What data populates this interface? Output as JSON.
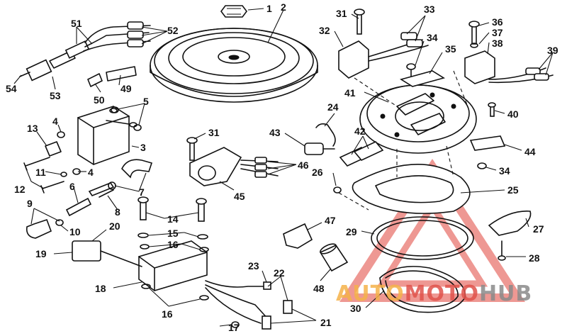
{
  "callouts": [
    {
      "id": "c1",
      "text": "1"
    },
    {
      "id": "c2",
      "text": "2"
    },
    {
      "id": "c3",
      "text": "3"
    },
    {
      "id": "c4a",
      "text": "4"
    },
    {
      "id": "c4b",
      "text": "4"
    },
    {
      "id": "c5",
      "text": "5"
    },
    {
      "id": "c6",
      "text": "6"
    },
    {
      "id": "c7",
      "text": "7"
    },
    {
      "id": "c8",
      "text": "8"
    },
    {
      "id": "c9",
      "text": "9"
    },
    {
      "id": "c10",
      "text": "10"
    },
    {
      "id": "c11",
      "text": "11"
    },
    {
      "id": "c12",
      "text": "12"
    },
    {
      "id": "c13",
      "text": "13"
    },
    {
      "id": "c14",
      "text": "14"
    },
    {
      "id": "c15",
      "text": "15"
    },
    {
      "id": "c16a",
      "text": "16"
    },
    {
      "id": "c16b",
      "text": "16"
    },
    {
      "id": "c17",
      "text": "17"
    },
    {
      "id": "c18",
      "text": "18"
    },
    {
      "id": "c19",
      "text": "19"
    },
    {
      "id": "c20",
      "text": "20"
    },
    {
      "id": "c21",
      "text": "21"
    },
    {
      "id": "c22",
      "text": "22"
    },
    {
      "id": "c23",
      "text": "23"
    },
    {
      "id": "c24",
      "text": "24"
    },
    {
      "id": "c25",
      "text": "25"
    },
    {
      "id": "c26",
      "text": "26"
    },
    {
      "id": "c27",
      "text": "27"
    },
    {
      "id": "c28",
      "text": "28"
    },
    {
      "id": "c29",
      "text": "29"
    },
    {
      "id": "c30",
      "text": "30"
    },
    {
      "id": "c31a",
      "text": "31"
    },
    {
      "id": "c31b",
      "text": "31"
    },
    {
      "id": "c32",
      "text": "32"
    },
    {
      "id": "c33",
      "text": "33"
    },
    {
      "id": "c34a",
      "text": "34"
    },
    {
      "id": "c34b",
      "text": "34"
    },
    {
      "id": "c35",
      "text": "35"
    },
    {
      "id": "c36",
      "text": "36"
    },
    {
      "id": "c37",
      "text": "37"
    },
    {
      "id": "c38",
      "text": "38"
    },
    {
      "id": "c39",
      "text": "39"
    },
    {
      "id": "c40",
      "text": "40"
    },
    {
      "id": "c41",
      "text": "41"
    },
    {
      "id": "c42",
      "text": "42"
    },
    {
      "id": "c43",
      "text": "43"
    },
    {
      "id": "c44",
      "text": "44"
    },
    {
      "id": "c45",
      "text": "45"
    },
    {
      "id": "c46",
      "text": "46"
    },
    {
      "id": "c47",
      "text": "47"
    },
    {
      "id": "c48",
      "text": "48"
    },
    {
      "id": "c49",
      "text": "49"
    },
    {
      "id": "c50",
      "text": "50"
    },
    {
      "id": "c51",
      "text": "51"
    },
    {
      "id": "c52",
      "text": "52"
    },
    {
      "id": "c53",
      "text": "53"
    },
    {
      "id": "c54",
      "text": "54"
    }
  ],
  "watermark": {
    "part1": "AUTO",
    "part2": "MOTO",
    "part3": "HUB",
    "color_orange": "#f5b24a",
    "color_red": "#e0524b",
    "color_gray": "#8a8a8a"
  }
}
